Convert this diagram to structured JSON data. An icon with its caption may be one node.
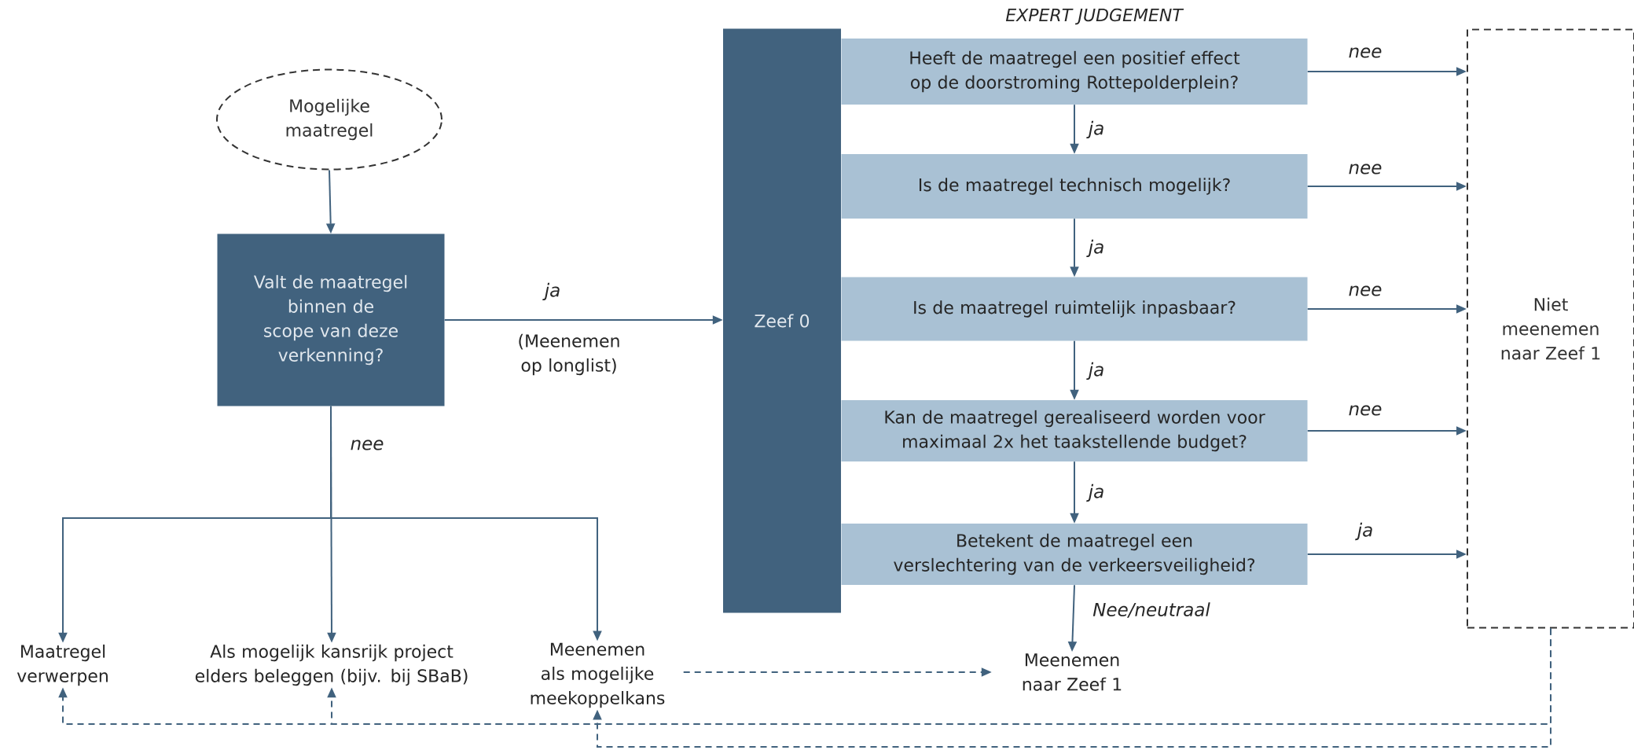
{
  "diagram": {
    "nodes": [
      {
        "text": [
          "Mogelijke maatregel"
        ]
      },
      {
        "text": [
          "Valt de maatregel binnen de scope van deze verkenning?"
        ]
      },
      {
        "text": [
          "Zeef 0"
        ]
      },
      {
        "text": [
          "Heeft de maatregel een positief effect op de doorstroming Rottepolderplein?"
        ]
      },
      {
        "text": [
          "Is de maatregel technisch mogelijk?"
        ]
      },
      {
        "text": [
          "Is de maatregel ruimtelijk inpasbaar?"
        ]
      },
      {
        "text": [
          "Kan de maatregel gerealiseerd worden voor maximaal 2x het taakstellende budget?"
        ]
      },
      {
        "text": [
          "Betekent de maatregel een verslechtering van de verkeersveiligheid?"
        ]
      },
      {
        "text": [
          "Niet meenemen naar Zeef 1"
        ]
      },
      {
        "text": [
          "Maatregel verwerpen"
        ]
      },
      {
        "text": [
          "Als mogelijk kansrijk project elders beleggen (bijv. bij SBaB)"
        ]
      },
      {
        "text": [
          "Meenemen als mogelijke meekoppelkans"
        ]
      },
      {
        "text": [
          "Meenemen naar Zeef 1"
        ]
      }
    ],
    "edges": [
      {
        "from": 0,
        "to": 1,
        "arrow": "to"
      },
      {
        "from": 1,
        "to": 2,
        "arrow": "to",
        "label": "ja"
      },
      {
        "from": 1,
        "to": 9,
        "arrow": "to"
      },
      {
        "from": 1,
        "to": 10,
        "arrow": "to",
        "label": "nee"
      },
      {
        "from": 1,
        "to": 11,
        "arrow": "to"
      },
      {
        "from": 3,
        "to": 4,
        "arrow": "to",
        "label": "ja"
      },
      {
        "from": 4,
        "to": 5,
        "arrow": "to",
        "label": "ja"
      },
      {
        "from": 5,
        "to": 6,
        "arrow": "to",
        "label": "ja"
      },
      {
        "from": 6,
        "to": 7,
        "arrow": "to",
        "label": "ja"
      },
      {
        "from": 3,
        "to": 8,
        "arrow": "to",
        "label": "nee"
      },
      {
        "from": 4,
        "to": 8,
        "arrow": "to",
        "label": "nee"
      },
      {
        "from": 5,
        "to": 8,
        "arrow": "to",
        "label": "nee"
      },
      {
        "from": 6,
        "to": 8,
        "arrow": "to",
        "label": "nee"
      },
      {
        "from": 7,
        "to": 8,
        "arrow": "to",
        "label": "ja"
      },
      {
        "from": 7,
        "to": 12,
        "arrow": "to",
        "label": "Nee/neutraal"
      },
      {
        "from": 11,
        "to": 12,
        "arrow": "to",
        "style": "dashed"
      },
      {
        "from": 8,
        "to": 9,
        "arrow": "to",
        "style": "dashed"
      },
      {
        "from": 8,
        "to": 10,
        "arrow": "to",
        "style": "dashed"
      },
      {
        "from": 8,
        "to": 11,
        "arrow": "to",
        "style": "dashed"
      }
    ],
    "labels": [
      "EXPERT JUDGEMENT",
      "(Meenemen op longlist)"
    ]
  }
}
